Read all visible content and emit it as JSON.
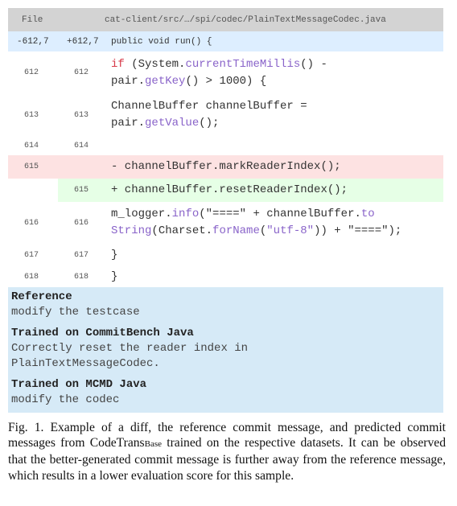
{
  "diff": {
    "file_label": "File",
    "file_path": "cat-client/src/…/spi/codec/PlainTextMessageCodec.java",
    "hunk": {
      "old": "-612,7",
      "new": "+612,7",
      "context": "public void run() {"
    },
    "lines": [
      {
        "old": "612",
        "new": "612",
        "type": "context"
      },
      {
        "old": "613",
        "new": "613",
        "type": "context",
        "line1": "ChannelBuffer channelBuffer =",
        "line2a": "pair.",
        "line2_fn": "getValue",
        "line2b": "();"
      },
      {
        "old": "614",
        "new": "614",
        "type": "context"
      },
      {
        "old": "615",
        "new": "",
        "type": "removed",
        "text": "- channelBuffer.markReaderIndex();"
      },
      {
        "old": "",
        "new": "615",
        "type": "added",
        "text": "+ channelBuffer.resetReaderIndex();"
      },
      {
        "old": "616",
        "new": "616",
        "type": "context"
      },
      {
        "old": "617",
        "new": "617",
        "type": "context",
        "text": "}"
      },
      {
        "old": "618",
        "new": "618",
        "type": "context",
        "text": "}"
      }
    ],
    "line612": {
      "kw": "if",
      "a": " (System.",
      "fn1": "currentTimeMillis",
      "b": "() -",
      "c": "pair.",
      "fn2": "getKey",
      "d": "() > 1000) {"
    },
    "line616": {
      "a": "m_logger.",
      "fn1": "info",
      "b": "(\"====\" + channelBuffer.",
      "fn2": "to",
      "fn3": "String",
      "c": "(Charset.",
      "fn4": "forName",
      "d": "(",
      "str": "\"utf-8\"",
      "e": ")) + \"====\");"
    }
  },
  "messages": [
    {
      "label": "Reference",
      "text": [
        "modify the testcase"
      ]
    },
    {
      "label": "Trained on CommitBench Java",
      "text": [
        "Correctly reset the reader index in",
        "PlainTextMessageCodec."
      ]
    },
    {
      "label": "Trained on MCMD Java",
      "text": [
        "modify the codec"
      ]
    }
  ],
  "caption": {
    "part1": "Fig. 1.  Example of a diff, the reference commit message, and predicted commit messages from CodeTrans",
    "sub": "Base",
    "part2": " trained on the respective datasets. It can be observed that the better-generated commit message is further away from the reference message, which results in a lower evaluation score for this sample."
  },
  "colors": {
    "header": "#d3d3d3",
    "hunk": "#ddeeff",
    "removed": "#fde2e2",
    "added": "#e6ffe6",
    "messages": "#d6eaf7",
    "keyword": "#d73a49",
    "function": "#8963c9"
  }
}
